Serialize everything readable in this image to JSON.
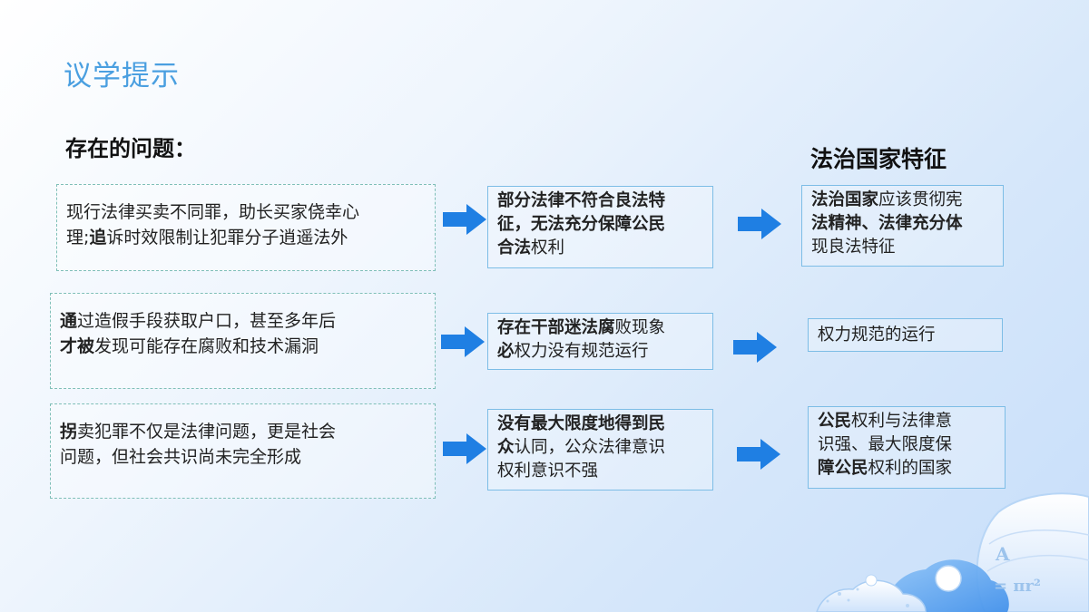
{
  "title": "议学提示",
  "subtitle": "存在的问题：",
  "feature_heading": "法治国家特征",
  "rows": [
    {
      "problem": [
        [
          {
            "t": "现行法律买卖不同罪，助长买家侥幸心",
            "b": false
          }
        ],
        [
          {
            "t": "理;",
            "b": false
          },
          {
            "t": "追",
            "b": true
          },
          {
            "t": "诉时效限制让犯罪分子逍遥法外",
            "b": false
          }
        ]
      ],
      "cause": [
        [
          {
            "t": "部分法律不符合良法特",
            "b": true
          }
        ],
        [
          {
            "t": "征，无法充分保障公民",
            "b": true
          }
        ],
        [
          {
            "t": "合法",
            "b": true
          },
          {
            "t": "权利",
            "b": false
          }
        ]
      ],
      "feature": [
        [
          {
            "t": "法治国家",
            "b": true
          },
          {
            "t": "应该贯彻宪",
            "b": false
          }
        ],
        [
          {
            "t": "法精神、法律充分体",
            "b": true
          }
        ],
        [
          {
            "t": "现良法特征",
            "b": false
          }
        ]
      ]
    },
    {
      "problem": [
        [
          {
            "t": "通",
            "b": true
          },
          {
            "t": "过造假手段获取户口，甚至多年后",
            "b": false
          }
        ],
        [
          {
            "t": "才被",
            "b": true
          },
          {
            "t": "发现可能存在腐败和技术漏洞",
            "b": false
          }
        ]
      ],
      "cause": [
        [
          {
            "t": "存在干部迷法腐",
            "b": true
          },
          {
            "t": "败现象",
            "b": false
          }
        ],
        [
          {
            "t": "必",
            "b": true
          },
          {
            "t": "权力没有规范运行",
            "b": false
          }
        ]
      ],
      "feature": [
        [
          {
            "t": "权力规范的运行",
            "b": false
          }
        ]
      ]
    },
    {
      "problem": [
        [
          {
            "t": "拐",
            "b": true
          },
          {
            "t": "卖犯罪不仅是法律问题，更是社会",
            "b": false
          }
        ],
        [
          {
            "t": "问题，但社会共识尚未完全形成",
            "b": false
          }
        ]
      ],
      "cause": [
        [
          {
            "t": "没有最大限度地得到民",
            "b": true
          }
        ],
        [
          {
            "t": "众",
            "b": true
          },
          {
            "t": "认同，公众法律意识",
            "b": false
          }
        ],
        [
          {
            "t": "权利意识不强",
            "b": false
          }
        ]
      ],
      "feature": [
        [
          {
            "t": "公民",
            "b": true
          },
          {
            "t": "权利与法律意",
            "b": false
          }
        ],
        [
          {
            "t": "识强、最大限度保",
            "b": false
          }
        ],
        [
          {
            "t": "障公民",
            "b": true
          },
          {
            "t": "权利的国家",
            "b": false
          }
        ]
      ]
    }
  ],
  "decoration": {
    "formula_top": "A",
    "formula_bottom": "= πr²"
  },
  "colors": {
    "title": "#4a9fe0",
    "arrow": "#1f7fe3",
    "box_border": "#7dbde6",
    "problem_border": "#7fbfb8"
  }
}
